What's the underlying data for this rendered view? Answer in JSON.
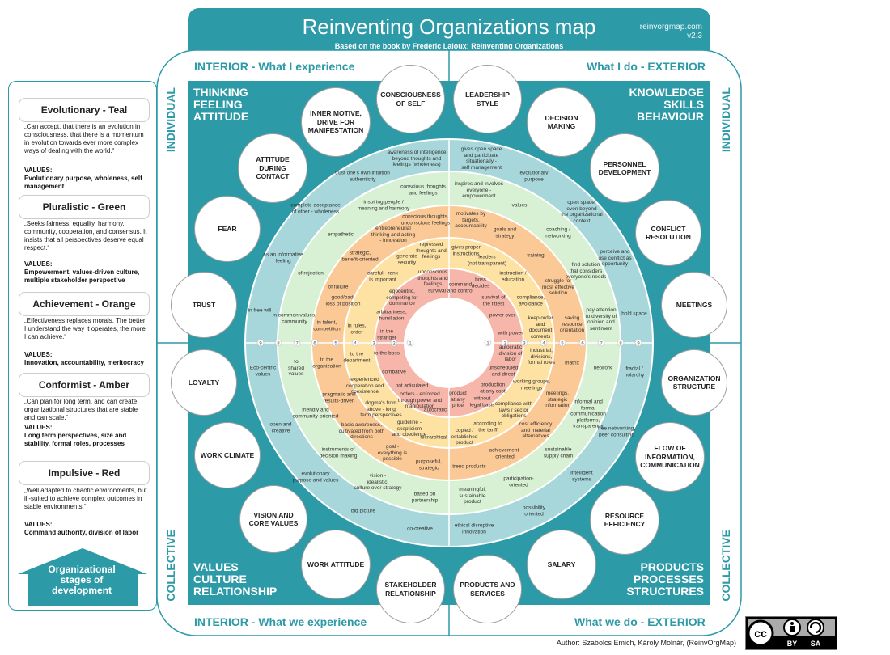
{
  "header": {
    "title": "Reinventing Organizations map",
    "subtitle": "Based on the book by Frederic Laloux: Reinventing Organizations",
    "site": "reinvorgmap.com",
    "version": "v2.3"
  },
  "quadrant_headers": {
    "top_left": "INTERIOR - What I experience",
    "top_right": "What I do - EXTERIOR",
    "bottom_left": "INTERIOR - What we experience",
    "bottom_right": "What we do - EXTERIOR",
    "side_individual": "INDIVIDUAL",
    "side_collective": "COLLECTIVE"
  },
  "corners": {
    "tl": [
      "THINKING",
      "FEELING",
      "ATTITUDE"
    ],
    "tr": [
      "KNOWLEDGE",
      "SKILLS",
      "BEHAVIOUR"
    ],
    "bl": [
      "VALUES",
      "CULTURE",
      "RELATIONSHIP"
    ],
    "br": [
      "PRODUCTS",
      "PROCESSES",
      "STRUCTURES"
    ]
  },
  "circles": [
    "CONSCIOUSNESS OF SELF",
    "LEADERSHIP STYLE",
    "INNER MOTIVE, DRIVE FOR MANIFESTATION",
    "DECISION MAKING",
    "ATTITUDE DURING CONTACT",
    "PERSONNEL DEVELOPMENT",
    "FEAR",
    "CONFLICT RESOLUTION",
    "TRUST",
    "MEETINGS",
    "LOYALTY",
    "ORGANIZATION STRUCTURE",
    "WORK CLIMATE",
    "FLOW OF INFORMATION, COMMUNICATION",
    "VISION AND CORE VALUES",
    "RESOURCE EFFICIENCY",
    "WORK ATTITUDE",
    "SALARY",
    "STAKEHOLDER RELATIONSHIP",
    "PRODUCTS AND SERVICES"
  ],
  "ring_texts": [
    "awareness of intelligence\nbeyond thoughts and\nfeelings (wholeness)",
    "gives open space\nand participate\nsituationally -\nself management",
    "trust one's own intuition\nauthenticity",
    "evolutionary\npurpose",
    "conscious thoughts\nand feelings",
    "inspires and involves\neveryone -\nempowerment",
    "complete acceptance\nof other - wholeness",
    "inspiring people /\nmeaning and harmony",
    "values",
    "open space,\neven beyond\nthe organizational\ncontext",
    "conscious thoughts,\nunconscious feelings",
    "motivates by\ntargets,\naccountability",
    "empathetic",
    "entrepreneurial\nthinking and acting\n- innovation",
    "goals and\nstrategy",
    "coaching /\nnetworking",
    "as an informative\nfeeling",
    "strategic,\nbenefit-oriented",
    "repressed\nthoughts and\nfeelings",
    "gives proper\ninstructions",
    "training",
    "perceive and\nuse conflict as\nopportunity",
    "generate\nsecurity",
    "leaders\n(not transparent)",
    "find solution\nthat considers\neveryone's needs",
    "of rejection",
    "careful - rank\nis important",
    "unconscious\nthoughts and\nfeelings",
    "instruction /\neducation",
    "boss\ndecides",
    "command\nand control",
    "struggle for\nmost effective\nsolution",
    "of failure",
    "egocentric,\ncompeting for\ndominance",
    "survival",
    "survival of\nthe fittest",
    "compliance,\navoidance",
    "in free will",
    "in common values,\ncommunity",
    "good/bad,\nloss of position",
    "arbitrariness,\nhumiliation",
    "power over",
    "pay attention\nto diversity of\nopinion and\nsentiment",
    "hold space",
    "in talent,\ncompetition",
    "in rules,\norder",
    "in the\nstranger",
    "with power",
    "keep order\nand\ndocument\ncontents",
    "saving\nresource\norientation",
    "Eco-centric\nvalues",
    "to\nshared\nvalues",
    "to the\norganization",
    "to the\ndepartment",
    "to the boss",
    "autocratic\ndivision of\nlabor",
    "industrial,\ndivisions,\nformal roles",
    "matrix",
    "network",
    "fractal /\nholarchy",
    "combative",
    "unscheduled\nand direct",
    "experienced\ncooperation and\ncoexistence",
    "not articulated",
    "working groups,\nmeetings",
    "pragmatic and\nresults-driven",
    "orders - enforced\nthrough power and\nmanipulation",
    "production\nat any cost",
    "product\nat any\nprice",
    "without\nlegal basis",
    "meetings,\nstrategic\ninformation",
    "informal and\nformal\ncommunication\nplatforms,\ntransparency",
    "friendly and\ncommunity-oriented",
    "dogma's from\nabove - long\nterm perspectives",
    "autocratic",
    "compliance with\nlaws / sector\nobligations",
    "open and\ncreative",
    "basic awareness,\ncultivated from both\ndirections",
    "guideline -\nskepticism\nand obedience",
    "hierarchical",
    "copied /\nestablished\nproduct",
    "according to\nthe tariff",
    "cost efficiency\nand material\nalternatives",
    "free networking,\npeer consulting",
    "instruments of\ndecision making",
    "goal -\neverything is\npossible",
    "purposeful,\nstrategic",
    "trend products",
    "achievement-\noriented",
    "sustainable\nsupply chain",
    "evolutionary\npurpose and values",
    "vision -\nidealistic,\nculture over strategy",
    "based on\npartnership",
    "meaningful,\nsustainable\nproduct",
    "participation-\noriented",
    "intelligent\nsystems",
    "big picture",
    "co-creative",
    "ethical disruptive\ninnovation",
    "possibility\noriented"
  ],
  "legend": {
    "stages": [
      {
        "name": "Evolutionary - Teal",
        "color": "#a8d5d8",
        "desc": "„Can accept, that there is an evolution in consciousness, that there is a momentum in evolution towards ever more complex ways of dealing with the world.“",
        "values_label": "VALUES:",
        "values": "Evolutionary purpose, wholeness, self management"
      },
      {
        "name": "Pluralistic - Green",
        "color": "#c6efc4",
        "desc": "„Seeks fairness, equality, harmony, community, cooperation, and consensus. It insists that all perspectives deserve equal respect.“",
        "values_label": "VALUES:",
        "values": "Empowerment, values-driven culture, multiple stakeholder perspective"
      },
      {
        "name": "Achievement - Orange",
        "color": "#fbc78d",
        "desc": "„Effectiveness replaces morals. The better I understand the way it operates, the more I can achieve.“",
        "values_label": "VALUES:",
        "values": "Innovation, accountability, meritocracy"
      },
      {
        "name": "Conformist - Amber",
        "color": "#fde6a6",
        "desc": "„Can plan for long term, and can create organizational structures that are stable and can scale.“",
        "values_label": "VALUES:",
        "values": "Long term perspectives, size and stability, formal roles, processes"
      },
      {
        "name": "Impulsive - Red",
        "color": "#f6b3aa",
        "desc": "„Well adapted to chaotic environments, but ill-suited to achieve complex outcomes in stable environments.“",
        "values_label": "VALUES:",
        "values": "Command authority, division of labor"
      }
    ],
    "house": [
      "Organizational",
      "stages of",
      "development"
    ]
  },
  "axis_numbers": [
    "9",
    "8",
    "7",
    "6",
    "5",
    "4",
    "3",
    "2",
    "1",
    "1",
    "2",
    "3",
    "4",
    "5",
    "6",
    "7",
    "8",
    "9"
  ],
  "footer": {
    "author": "Author: Szabolcs Emich, Károly Molnár, (ReinvOrgMap)",
    "license_by": "BY",
    "license_sa": "SA",
    "license_cc": "cc"
  },
  "colors": {
    "teal": "#2d9aa7",
    "ring_teal": "#a7d7da",
    "ring_green": "#d8f0d4",
    "ring_orange": "#fbc995",
    "ring_amber": "#fde2a4",
    "ring_red": "#f6b6aa"
  }
}
